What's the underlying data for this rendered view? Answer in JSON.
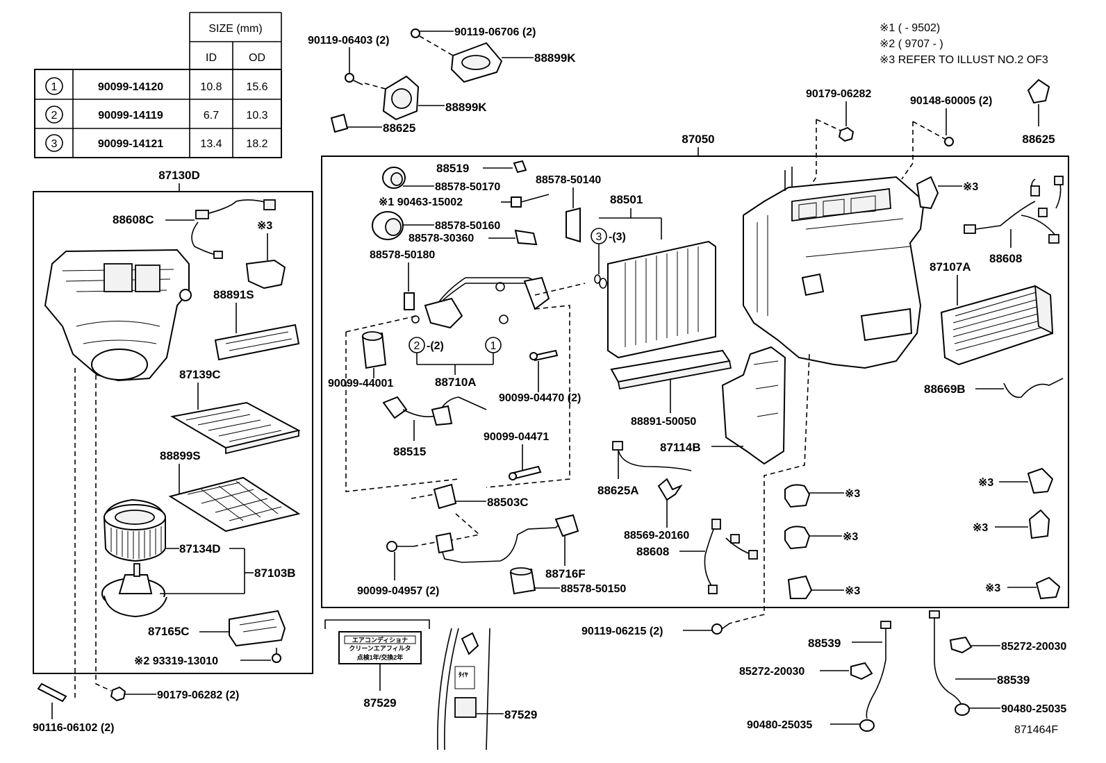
{
  "table": {
    "header_size": "SIZE (mm)",
    "header_id": "ID",
    "header_od": "OD",
    "rows": [
      {
        "mark": "1",
        "part": "90099-14120",
        "id": "10.8",
        "od": "15.6"
      },
      {
        "mark": "2",
        "part": "90099-14119",
        "id": "6.7",
        "od": "10.3"
      },
      {
        "mark": "3",
        "part": "90099-14121",
        "id": "13.4",
        "od": "18.2"
      }
    ]
  },
  "notes": {
    "n1": "※1 (        - 9502)",
    "n2": "※2 ( 9707 -        )",
    "n3": "※3 REFER TO ILLUST NO.2 OF3"
  },
  "illustration_id": "871464F",
  "sticker_text": {
    "line1": "エアコンディショナ",
    "line2": "クリーンエアフィルタ",
    "line3": "点検1年/交換2年",
    "small": "ﾀｲﾔ"
  },
  "labels": {
    "p87130d": "87130D",
    "p88608c": "88608C",
    "x3_a": "※3",
    "p88891s": "88891S",
    "p87139c": "87139C",
    "p88899s": "88899S",
    "p87134d": "87134D",
    "p87103b": "87103B",
    "p87165c": "87165C",
    "p93319": "※2 93319-13010",
    "p90179_2": "90179-06282 (2)",
    "p90116": "90116-06102 (2)",
    "p90119_06403": "90119-06403 (2)",
    "p90119_06706": "90119-06706 (2)",
    "p88899k_a": "88899K",
    "p88899k_b": "88899K",
    "p88625_a": "88625",
    "p87050": "87050",
    "p90179_06282": "90179-06282",
    "p90148": "90148-60005 (2)",
    "p88625_b": "88625",
    "p88519": "88519",
    "p88578_50140": "88578-50140",
    "p88578_50170": "88578-50170",
    "p90463": "※1 90463-15002",
    "p88501": "88501",
    "p88578_50160": "88578-50160",
    "p88578_30360": "88578-30360",
    "c3": "3",
    "c3_label": "-(3)",
    "p88578_50180": "88578-50180",
    "x3_b": "※3",
    "p88608_a": "88608",
    "p87107a": "87107A",
    "c2": "2",
    "c2_label": "-(2)",
    "c1": "1",
    "p90099_44001": "90099-44001",
    "p88710a": "88710A",
    "p90099_04470": "90099-04470 (2)",
    "p88669b": "88669B",
    "p88891_50050": "88891-50050",
    "p90099_04471": "90099-04471",
    "p88515": "88515",
    "p87114b": "87114B",
    "p88625a": "88625A",
    "p88503c": "88503C",
    "x3_c": "※3",
    "x3_d": "※3",
    "p88569": "88569-20160",
    "x3_e": "※3",
    "x3_f": "※3",
    "p88608_b": "88608",
    "p88716f": "88716F",
    "p90099_04957": "90099-04957 (2)",
    "p88578_50150": "88578-50150",
    "x3_g": "※3",
    "x3_h": "※3",
    "p90119_06215": "90119-06215 (2)",
    "p88539_a": "88539",
    "p85272_a": "85272-20030",
    "p85272_b": "85272-20030",
    "p88539_b": "88539",
    "p90480_a": "90480-25035",
    "p90480_b": "90480-25035",
    "p87529_a": "87529",
    "p87529_b": "87529"
  }
}
